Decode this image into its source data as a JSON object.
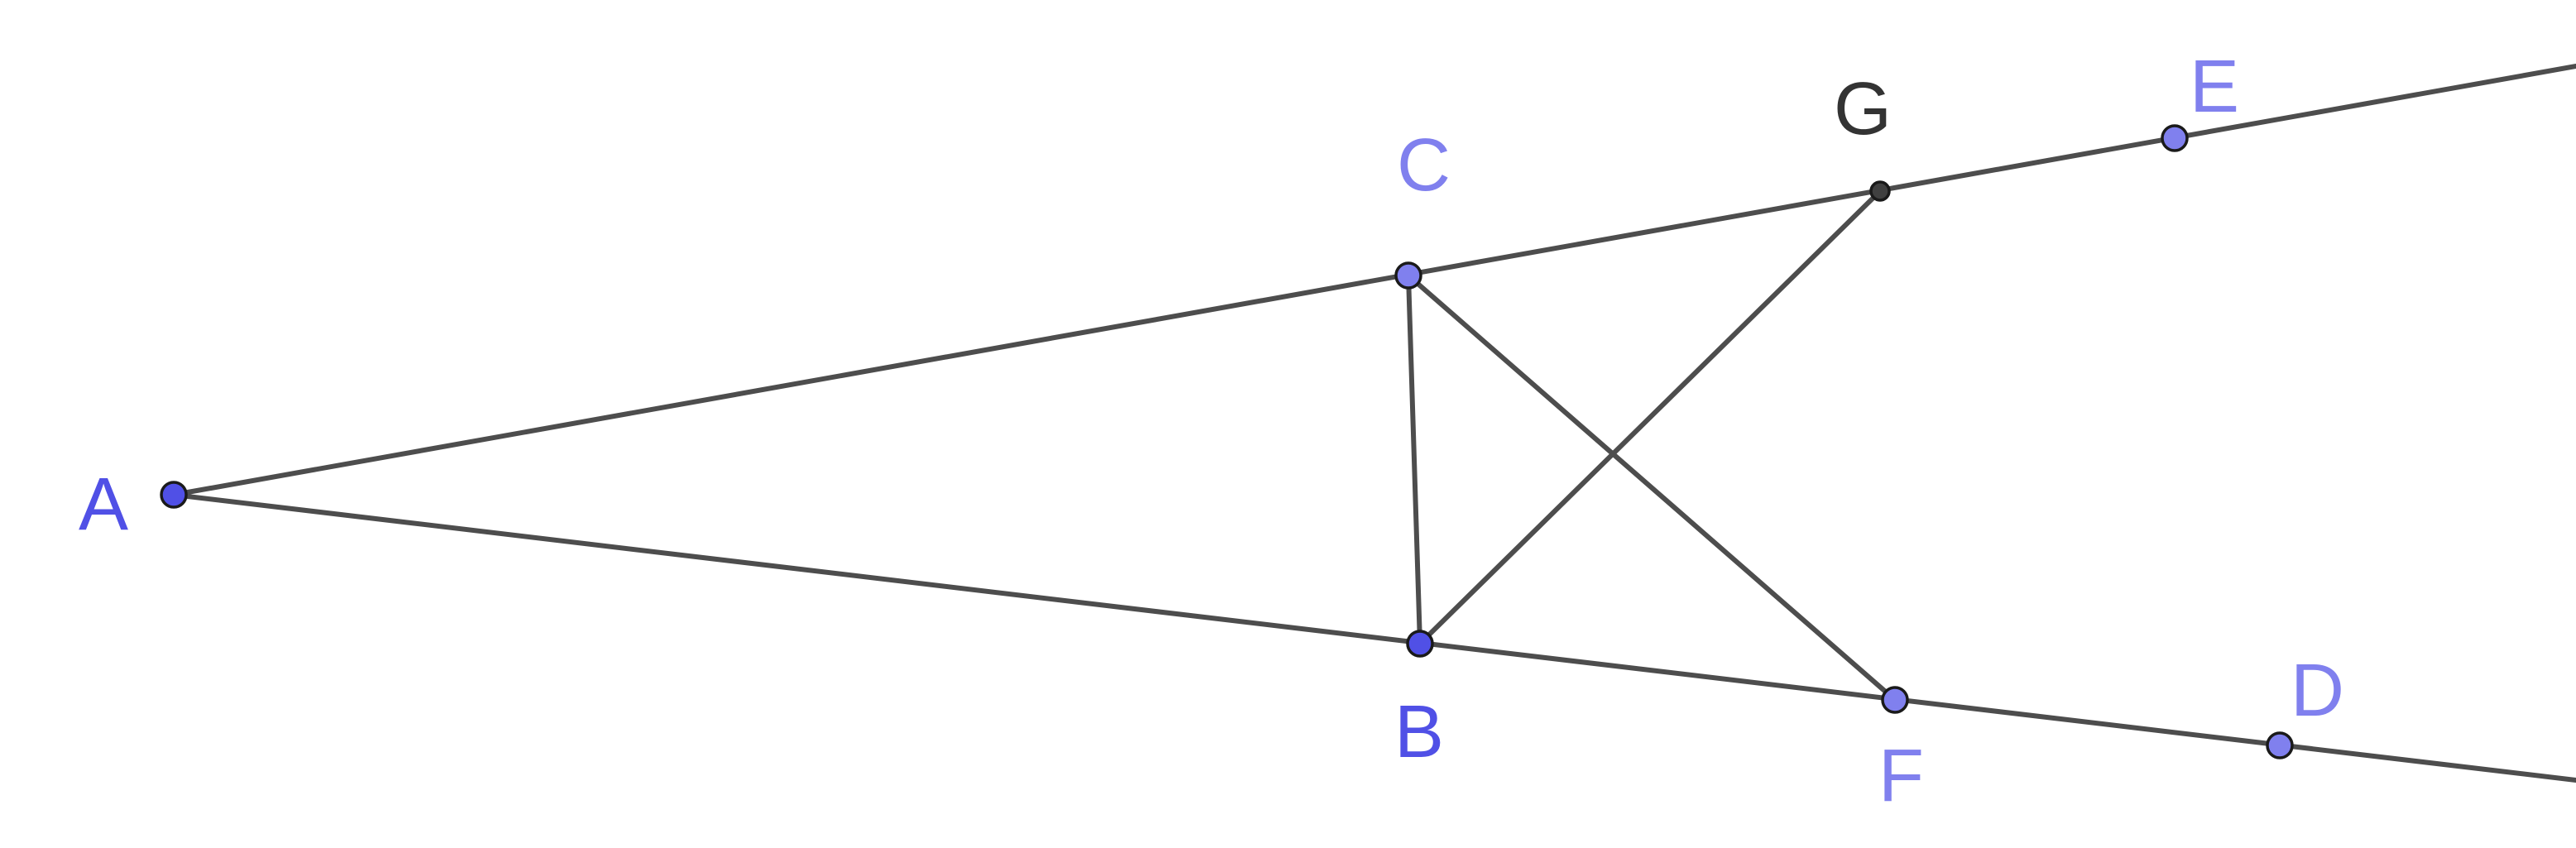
{
  "colors": {
    "line": "#4d4d4d",
    "free_point": "#5050e6",
    "derived_point": "#8080ee",
    "intersection_point": "#404040",
    "label_free": "#5050e6",
    "label_derived": "#8080ee",
    "label_intersection": "#333333"
  },
  "points": {
    "A": {
      "label": "A",
      "kind": "free"
    },
    "B": {
      "label": "B",
      "kind": "free"
    },
    "C": {
      "label": "C",
      "kind": "derived"
    },
    "D": {
      "label": "D",
      "kind": "derived"
    },
    "E": {
      "label": "E",
      "kind": "derived"
    },
    "F": {
      "label": "F",
      "kind": "derived"
    },
    "G": {
      "label": "G",
      "kind": "intersection"
    }
  },
  "segments": [
    {
      "from": "A",
      "to": "E",
      "name": "ray-a-e"
    },
    {
      "from": "A",
      "to": "D",
      "name": "ray-a-d"
    },
    {
      "from": "C",
      "to": "B",
      "name": "segment-c-b"
    },
    {
      "from": "C",
      "to": "F",
      "name": "segment-c-f"
    },
    {
      "from": "B",
      "to": "G",
      "name": "segment-b-g"
    }
  ]
}
